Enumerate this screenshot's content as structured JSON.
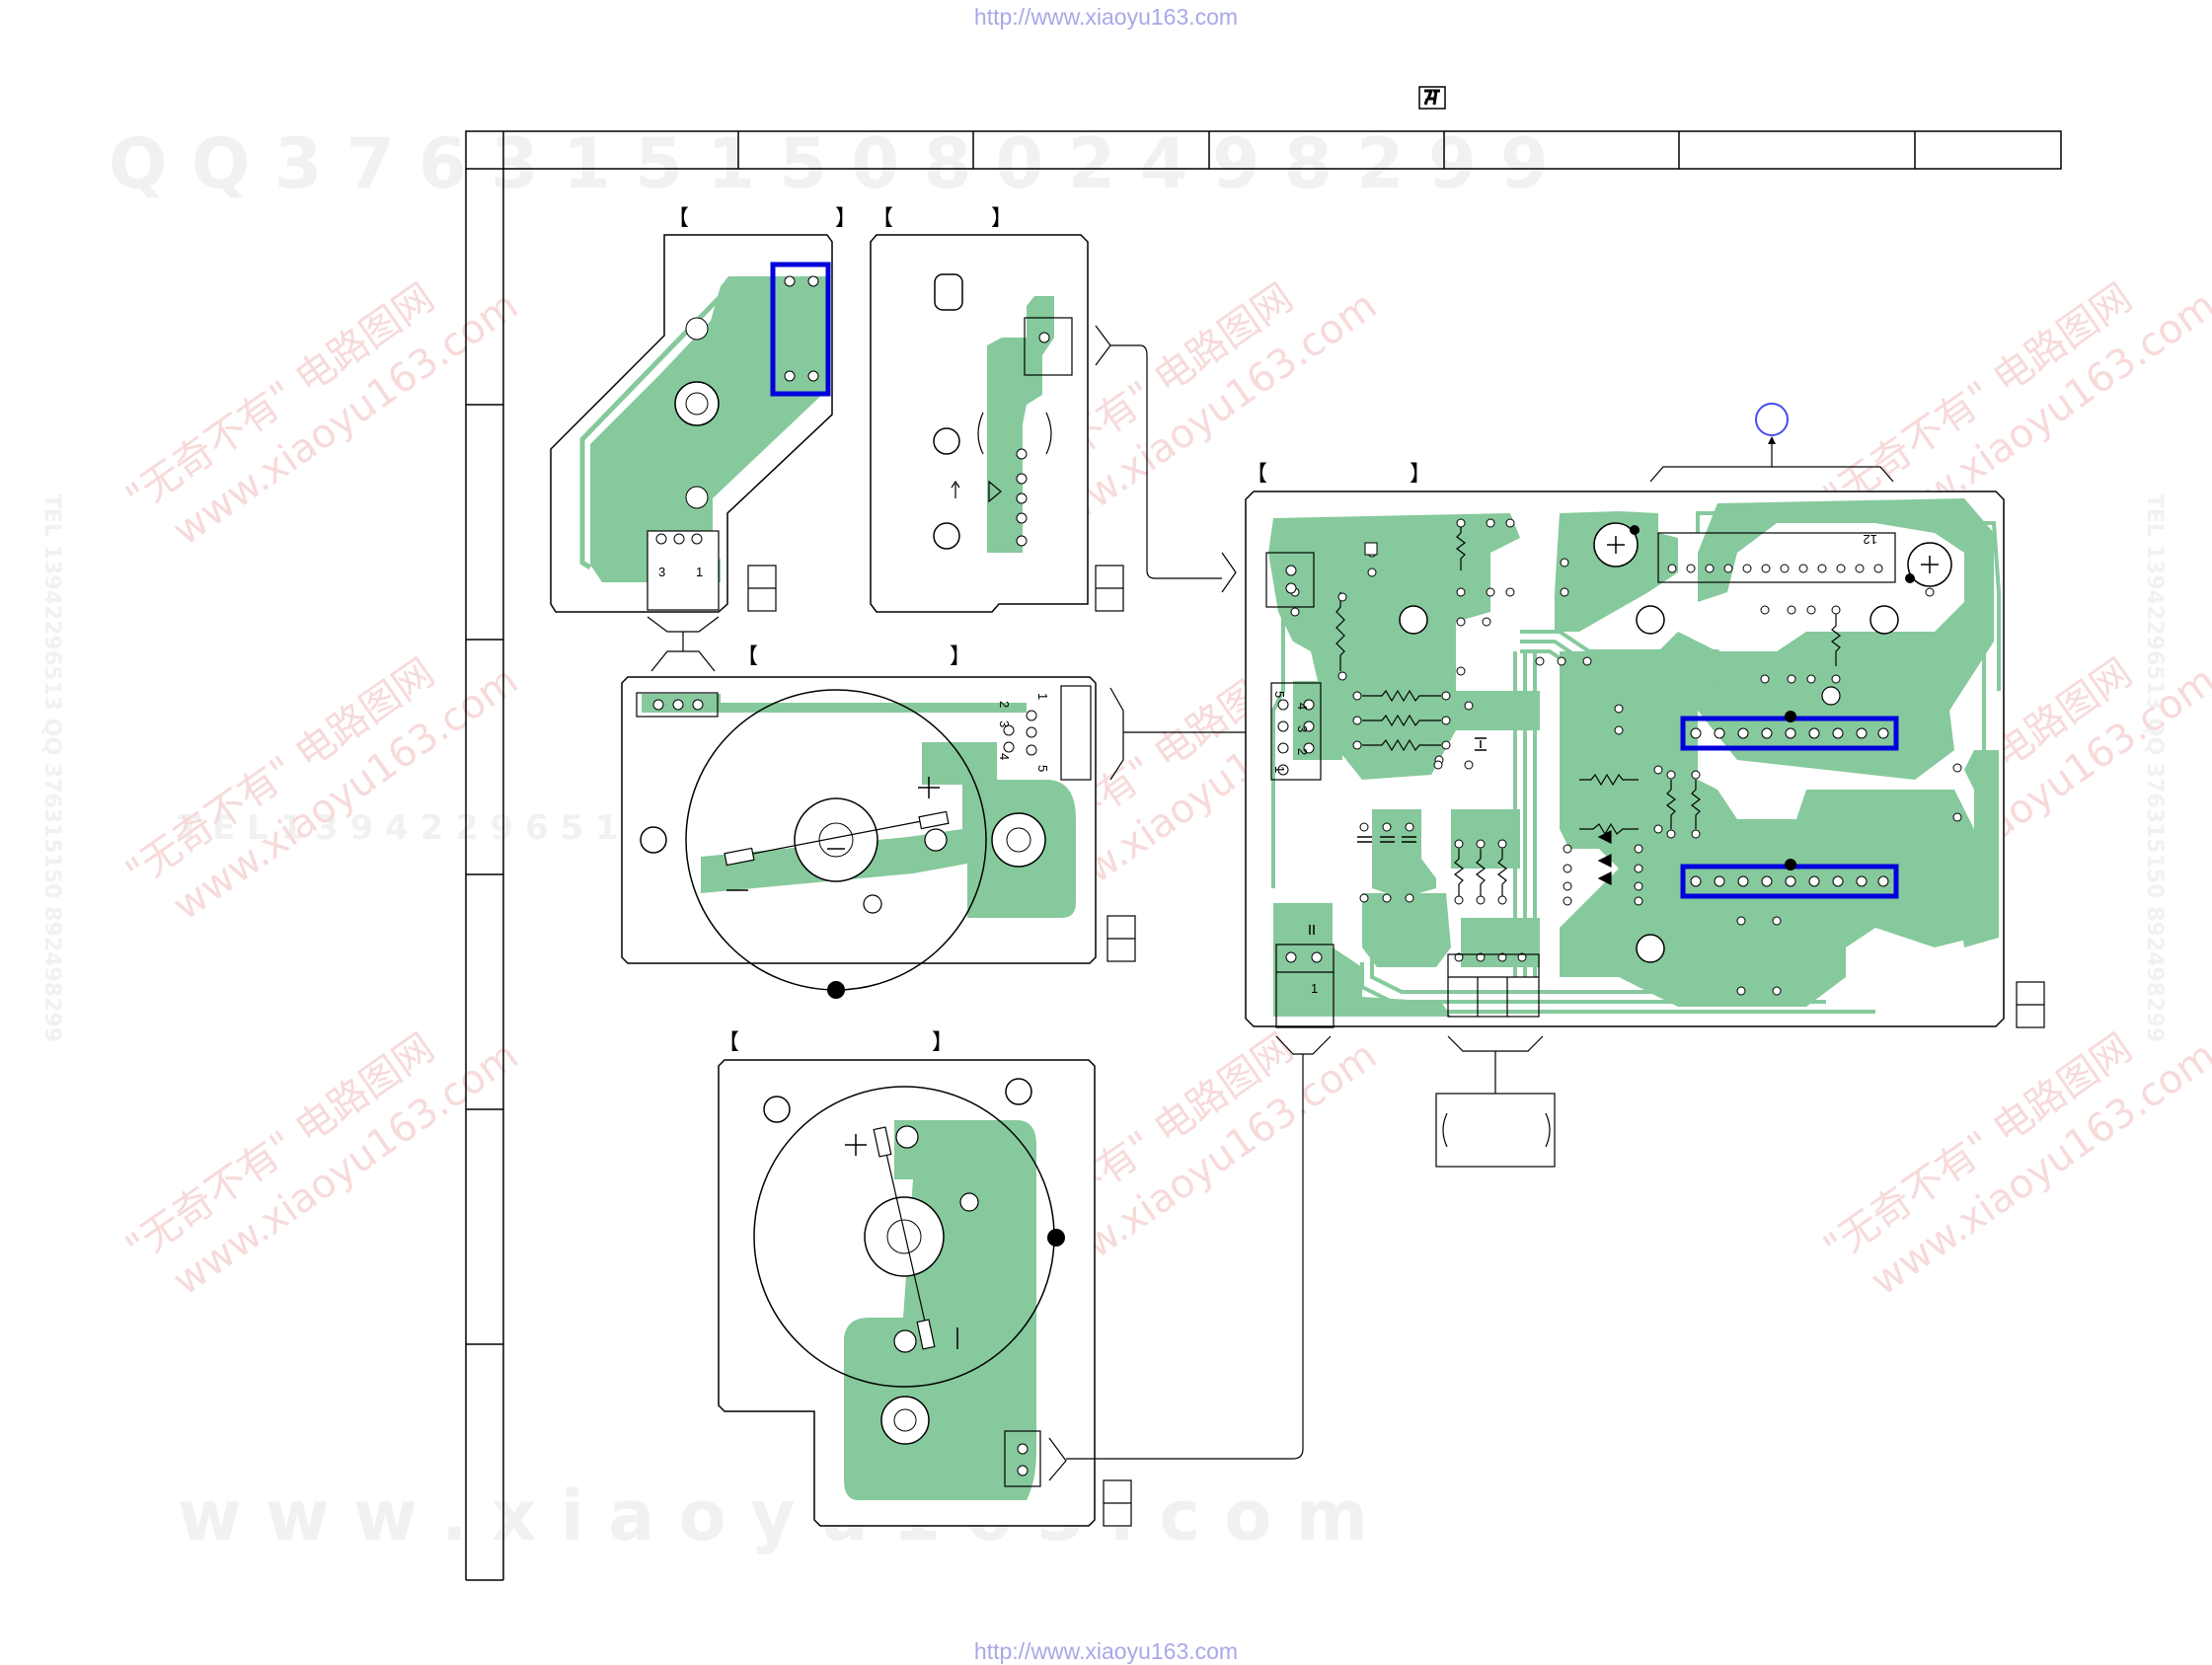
{
  "header": {
    "url_top": "http://www.xiaoyu163.com"
  },
  "footer": {
    "url_bottom": "http://www.xiaoyu163.com"
  },
  "watermarks": {
    "qq_line": "Q Q   3 7 6 3 1 5 1 5 0     8 0 2 4 9 8 2 9 9",
    "tel_line": "T E L   1 3 9 4 2 2 9 6 5 1 3     Q Q   3 7 6 3 1 5 1 5 0",
    "site_line": "w w w . x i a o y u 1 6 3 . c o m",
    "cn_text": "\"无奇不有\" 电路图网",
    "site_text": "www.xiaoyu163.com",
    "side_text": "TEL 13942296513  QQ 376315150  892498299"
  },
  "pin_labels": {
    "conn_a_pin3": "3",
    "conn_a_pin1": "1",
    "conn_b_pins": [
      "1",
      "2",
      "3",
      "4",
      "5"
    ],
    "conn_c_pins": [
      "5",
      "4",
      "3",
      "2",
      "1"
    ],
    "conn_d_pin1": "1",
    "ic_pin12": "12"
  },
  "colors": {
    "copper": "#86c99c",
    "highlight": "#0000dd",
    "marker_circle": "#4a4af0",
    "line": "#000000"
  }
}
